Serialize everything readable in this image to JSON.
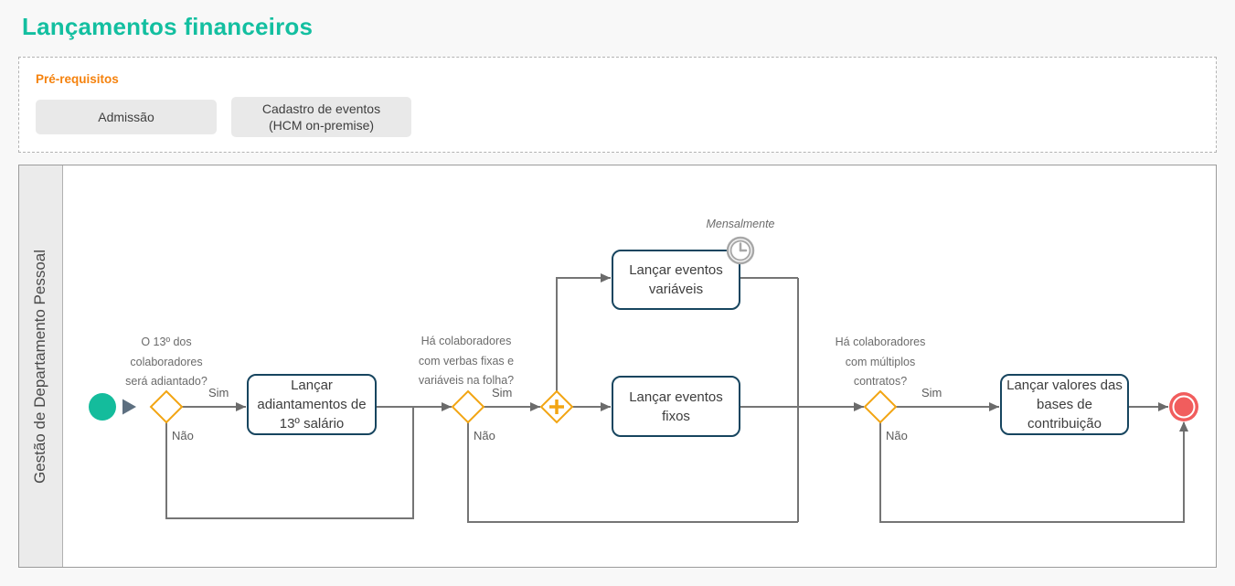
{
  "page": {
    "title": "Lançamentos financeiros"
  },
  "prerequisites": {
    "label": "Pré-requisitos",
    "items": [
      {
        "label": "Admissão"
      },
      {
        "label": "Cadastro de eventos (HCM on-premise)"
      }
    ]
  },
  "lane": {
    "label": "Gestão de Departamento Pessoal"
  },
  "diagram": {
    "gateways": [
      {
        "question": "O 13º dos colaboradores será adiantado?",
        "yes_label": "Sim",
        "no_label": "Não"
      },
      {
        "question": "Há colaboradores com verbas fixas e variáveis na folha?",
        "yes_label": "Sim",
        "no_label": "Não"
      },
      {
        "question": "Há colaboradores com múltiplos contratos?",
        "yes_label": "Sim",
        "no_label": "Não"
      }
    ],
    "tasks": [
      {
        "label": "Lançar adiantamentos de 13º salário"
      },
      {
        "label": "Lançar eventos variáveis",
        "timer_annotation": "Mensalmente"
      },
      {
        "label": "Lançar eventos fixos"
      },
      {
        "label": "Lançar valores das bases de contribuição"
      }
    ],
    "colors": {
      "title": "#13bfa0",
      "prerequisites_label": "#f5820d",
      "start_event": "#14bc9c",
      "end_event": "#f15d5d",
      "gateway": "#f2a513",
      "task_border": "#17455f",
      "connector": "#757575"
    }
  }
}
